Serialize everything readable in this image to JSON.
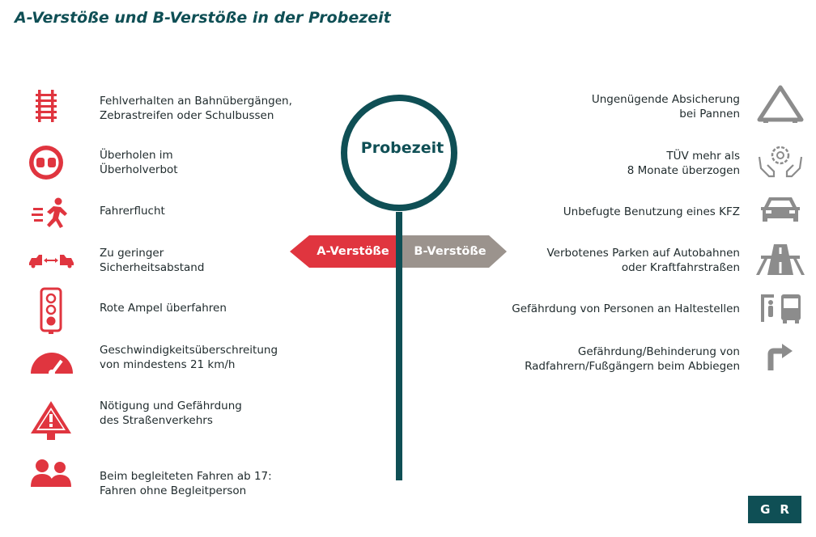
{
  "title": "A-Verstöße und B-Verstöße in der Probezeit",
  "center": {
    "label": "Probezeit",
    "a_label": "A-Verstöße",
    "b_label": "B-Verstöße"
  },
  "colors": {
    "primary": "#0f4f55",
    "a_red": "#e0353f",
    "b_gray": "#9b938d",
    "icon_gray": "#8c8c8c",
    "text": "#1f2a2c"
  },
  "a_items": [
    {
      "icon": "railroad-crossing-icon",
      "lines": [
        "Fehlverhalten an Bahnübergängen,",
        "Zebrastreifen oder Schulbussen"
      ]
    },
    {
      "icon": "no-overtaking-icon",
      "lines": [
        "Überholen im",
        "Überholverbot"
      ]
    },
    {
      "icon": "running-person-icon",
      "lines": [
        "Fahrerflucht"
      ]
    },
    {
      "icon": "car-distance-icon",
      "lines": [
        "Zu geringer",
        "Sicherheitsabstand"
      ]
    },
    {
      "icon": "traffic-light-icon",
      "lines": [
        "Rote Ampel überfahren"
      ]
    },
    {
      "icon": "speedometer-icon",
      "lines": [
        "Geschwindigkeitsüberschreitung",
        "von mindestens 21 km/h"
      ]
    },
    {
      "icon": "warning-triangle-icon",
      "lines": [
        "Nötigung und Gefährdung",
        "des Straßenverkehrs"
      ]
    },
    {
      "icon": "people-icon",
      "lines": [
        "Beim begleiteten Fahren ab 17:",
        "Fahren ohne Begleitperson"
      ]
    }
  ],
  "b_items": [
    {
      "icon": "warning-reflector-icon",
      "lines": [
        "Ungenügende Absicherung",
        "bei Pannen"
      ]
    },
    {
      "icon": "gear-hands-icon",
      "lines": [
        "TÜV mehr als",
        "8 Monate überzogen"
      ]
    },
    {
      "icon": "car-front-icon",
      "lines": [
        "Unbefugte Benutzung eines KFZ"
      ]
    },
    {
      "icon": "highway-icon",
      "lines": [
        "Verbotenes Parken auf Autobahnen",
        "oder Kraftfahrstraßen"
      ]
    },
    {
      "icon": "bus-stop-icon",
      "lines": [
        "Gefährdung von Personen an Haltestellen"
      ]
    },
    {
      "icon": "turn-right-arrow-icon",
      "lines": [
        "Gefährdung/Behinderung von",
        "Radfahrern/Fußgängern beim Abbiegen"
      ]
    }
  ],
  "logo": {
    "left": "G",
    "right": "R"
  }
}
